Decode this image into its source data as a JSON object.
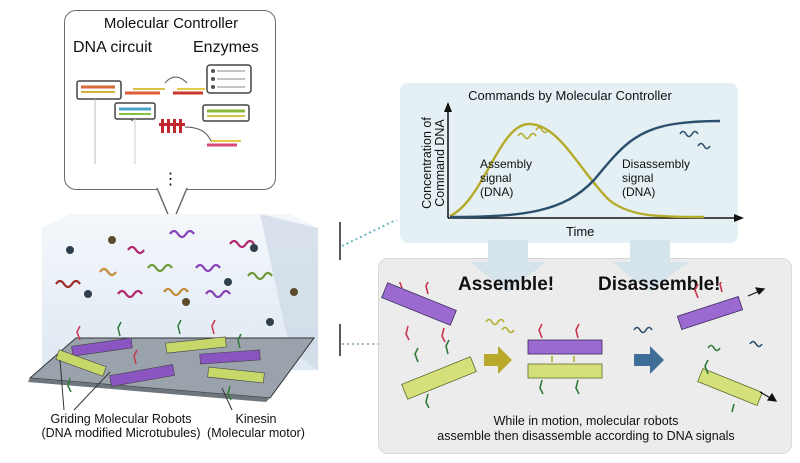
{
  "controller": {
    "title": "Molecular Controller",
    "dna_circuit": "DNA circuit",
    "enzymes": "Enzymes",
    "ellipsis": "⋮"
  },
  "commands": {
    "title": "Commands by Molecular Controller",
    "y_axis_line1": "Concentration of",
    "y_axis_line2": "Command DNA",
    "x_axis": "Time",
    "assembly_line1": "Assembly",
    "assembly_line2": "signal",
    "assembly_line3": "(DNA)",
    "disassembly_line1": "Disassembly",
    "disassembly_line2": "signal",
    "disassembly_line3": "(DNA)"
  },
  "actions": {
    "assemble": "Assemble!",
    "disassemble": "Disassemble!"
  },
  "caption": {
    "line1": "While in motion, molecular robots",
    "line2": "assemble then disassemble according to DNA signals"
  },
  "left_labels": {
    "robots_line1": "Griding Molecular Robots",
    "robots_line2": "(DNA modified Microtubules)",
    "kinesin_line1": "Kinesin",
    "kinesin_line2": "(Molecular motor)"
  },
  "colors": {
    "assembly_curve": "#b5ab2a",
    "disassembly_curve": "#2c4f6e",
    "yellow_arrow": "#b9a92a",
    "blue_arrow": "#3f6f98",
    "connector_dots": "#6fb6c4"
  }
}
